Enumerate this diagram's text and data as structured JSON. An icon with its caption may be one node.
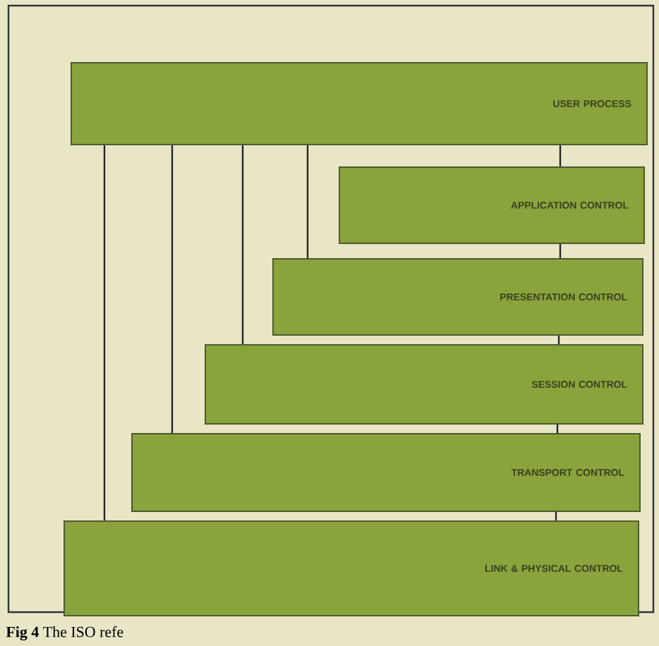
{
  "diagram": {
    "caption": "**Fig 4** The ISO refe",
    "nodes": [
      {
        "text": [
          "USER PROCESS"
        ]
      },
      {
        "text": [
          "APPLICATION CONTROL"
        ]
      },
      {
        "text": [
          "PRESENTATION CONTROL"
        ]
      },
      {
        "text": [
          "SESSION CONTROL"
        ]
      },
      {
        "text": [
          "TRANSPORT CONTROL"
        ]
      },
      {
        "text": [
          "LINK & PHYSICAL CONTROL"
        ]
      }
    ],
    "edges": [
      {
        "from": 0,
        "to": 2,
        "arrow": "none"
      },
      {
        "from": 0,
        "to": 3,
        "arrow": "none"
      },
      {
        "from": 0,
        "to": 4,
        "arrow": "none"
      },
      {
        "from": 0,
        "to": 5,
        "arrow": "none"
      },
      {
        "from": 0,
        "to": 1,
        "arrow": "none"
      },
      {
        "from": 1,
        "to": 2,
        "arrow": "none"
      },
      {
        "from": 2,
        "to": 3,
        "arrow": "none"
      },
      {
        "from": 3,
        "to": 4,
        "arrow": "none"
      },
      {
        "from": 4,
        "to": 5,
        "arrow": "none"
      }
    ]
  }
}
